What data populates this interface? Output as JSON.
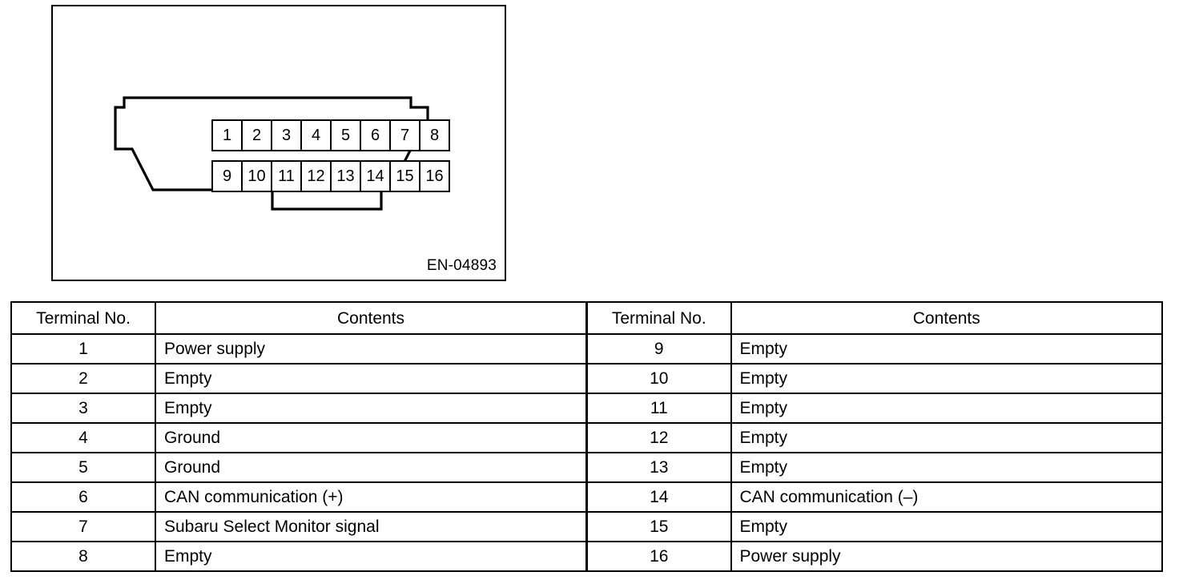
{
  "figure": {
    "caption": "EN-04893",
    "connector_name": "obd-16-pin-connector",
    "pins_top_row": [
      "1",
      "2",
      "3",
      "4",
      "5",
      "6",
      "7",
      "8"
    ],
    "pins_bottom_row": [
      "9",
      "10",
      "11",
      "12",
      "13",
      "14",
      "15",
      "16"
    ],
    "line_color": "#000000",
    "fill_color": "#ffffff"
  },
  "table": {
    "headers": {
      "terminal_left": "Terminal No.",
      "contents_left": "Contents",
      "terminal_right": "Terminal No.",
      "contents_right": "Contents"
    },
    "rows": [
      {
        "left_no": "1",
        "left_contents": "Power supply",
        "right_no": "9",
        "right_contents": "Empty"
      },
      {
        "left_no": "2",
        "left_contents": "Empty",
        "right_no": "10",
        "right_contents": "Empty"
      },
      {
        "left_no": "3",
        "left_contents": "Empty",
        "right_no": "11",
        "right_contents": "Empty"
      },
      {
        "left_no": "4",
        "left_contents": "Ground",
        "right_no": "12",
        "right_contents": "Empty"
      },
      {
        "left_no": "5",
        "left_contents": "Ground",
        "right_no": "13",
        "right_contents": "Empty"
      },
      {
        "left_no": "6",
        "left_contents": "CAN communication (+)",
        "right_no": "14",
        "right_contents": "CAN communication (–)"
      },
      {
        "left_no": "7",
        "left_contents": "Subaru Select Monitor signal",
        "right_no": "15",
        "right_contents": "Empty"
      },
      {
        "left_no": "8",
        "left_contents": "Empty",
        "right_no": "16",
        "right_contents": "Power supply"
      }
    ]
  }
}
